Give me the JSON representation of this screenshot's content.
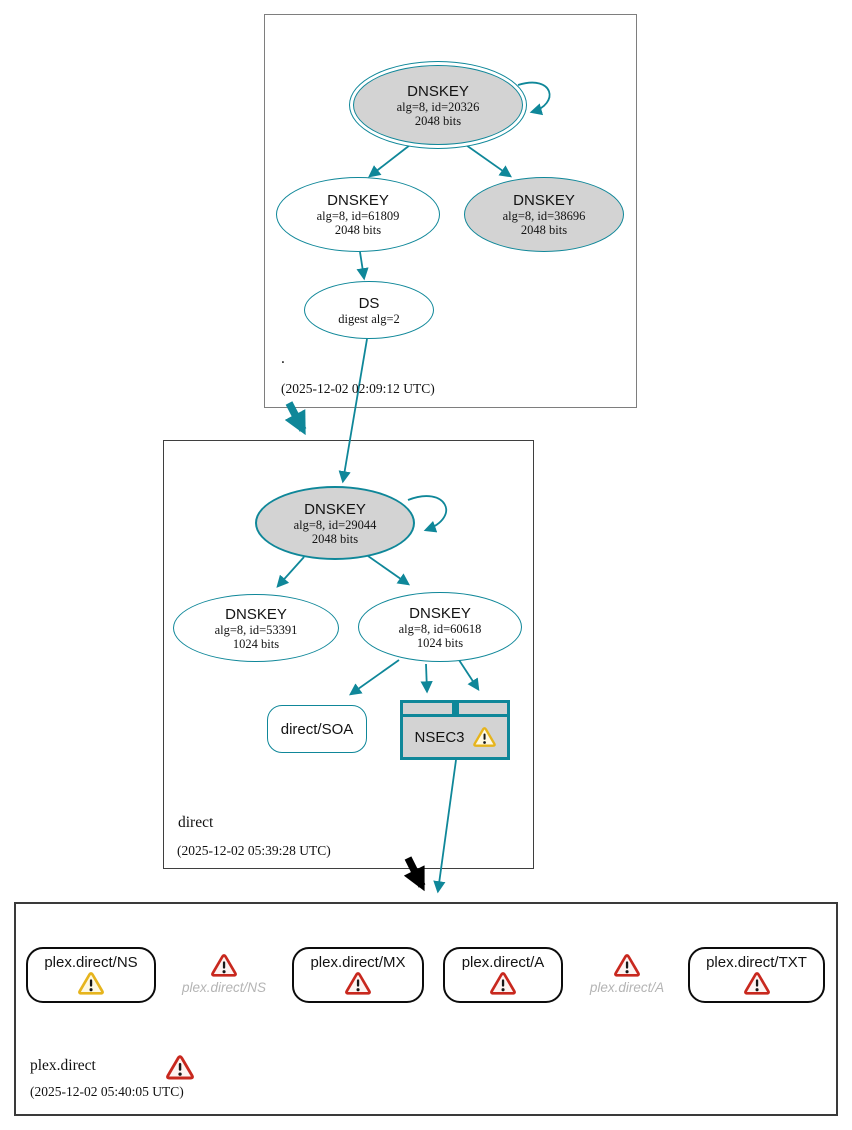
{
  "colors": {
    "secure_teal": "#0f8799",
    "node_gray_fill": "#d3d3d3",
    "warning_yellow": "#e6b41c",
    "error_red": "#c8281e",
    "muted_gray_text": "#b4b4b4",
    "insecure_black": "#000000"
  },
  "zones": {
    "root": {
      "name": ".",
      "timestamp": "(2025-12-02 02:09:12 UTC)",
      "ksk": {
        "title": "DNSKEY",
        "detail1": "alg=8, id=20326",
        "detail2": "2048 bits"
      },
      "zsk": {
        "title": "DNSKEY",
        "detail1": "alg=8, id=61809",
        "detail2": "2048 bits"
      },
      "key2": {
        "title": "DNSKEY",
        "detail1": "alg=8, id=38696",
        "detail2": "2048 bits"
      },
      "ds": {
        "title": "DS",
        "detail1": "digest alg=2"
      }
    },
    "direct": {
      "name": "direct",
      "timestamp": "(2025-12-02 05:39:28 UTC)",
      "ksk": {
        "title": "DNSKEY",
        "detail1": "alg=8, id=29044",
        "detail2": "2048 bits"
      },
      "zsk1": {
        "title": "DNSKEY",
        "detail1": "alg=8, id=53391",
        "detail2": "1024 bits"
      },
      "zsk2": {
        "title": "DNSKEY",
        "detail1": "alg=8, id=60618",
        "detail2": "1024 bits"
      },
      "soa": {
        "label": "direct/SOA"
      },
      "nsec3": {
        "label": "NSEC3"
      }
    },
    "plex": {
      "name": "plex.direct",
      "timestamp": "(2025-12-02 05:40:05 UTC)",
      "rrsets": [
        {
          "label": "plex.direct/NS",
          "status": "warning"
        },
        {
          "label": "plex.direct/NS",
          "status": "missing-error"
        },
        {
          "label": "plex.direct/MX",
          "status": "error"
        },
        {
          "label": "plex.direct/A",
          "status": "error"
        },
        {
          "label": "plex.direct/A",
          "status": "missing-error"
        },
        {
          "label": "plex.direct/TXT",
          "status": "error"
        }
      ]
    }
  }
}
